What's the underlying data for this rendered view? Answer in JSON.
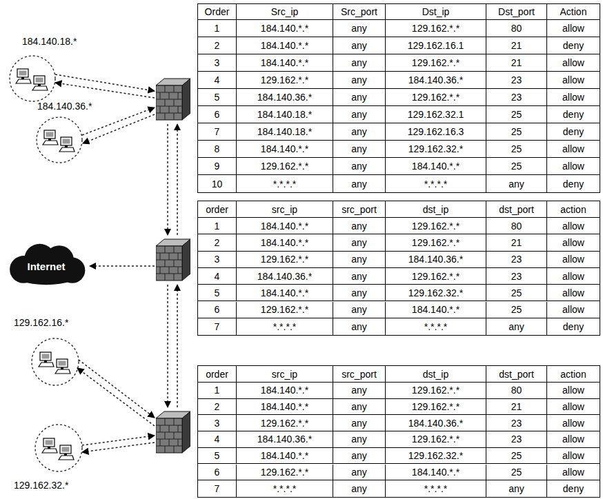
{
  "diagram": {
    "nodes": [
      {
        "text": [
          "184.140.18.*"
        ]
      },
      {
        "text": [
          "184.140.36.*"
        ]
      },
      {
        "text": [
          "Internet"
        ]
      },
      {
        "text": [
          "129.162.16.*"
        ]
      },
      {
        "text": [
          "129.162.32.*"
        ]
      }
    ],
    "labels": [
      "Order",
      "Src_ip",
      "Src_port",
      "Dst_ip",
      "Dst_port",
      "Action",
      "1",
      "184.140.*.*",
      "any",
      "129.162.*.*",
      "80",
      "allow",
      "2",
      "184.140.*.*",
      "any",
      "129.162.16.1",
      "21",
      "deny",
      "3",
      "184.140.*.*",
      "any",
      "129.162.*.*",
      "21",
      "allow",
      "4",
      "129.162.*.*",
      "any",
      "184.140.36.*",
      "23",
      "allow",
      "5",
      "184.140.36.*",
      "any",
      "129.162.*.*",
      "23",
      "allow",
      "6",
      "184.140.18.*",
      "any",
      "129.162.32.1",
      "25",
      "deny",
      "7",
      "184.140.18.*",
      "any",
      "129.162.16.3",
      "25",
      "deny",
      "8",
      "184.140.*.*",
      "any",
      "129.162.32.*",
      "25",
      "allow",
      "9",
      "129.162.*.*",
      "any",
      "184.140.*.*",
      "25",
      "allow",
      "10",
      "*.*.*.*",
      "any",
      "*.*.*.*",
      "any",
      "deny",
      "order",
      "src_ip",
      "src_port",
      "dst_ip",
      "dst_port",
      "action",
      "1",
      "184.140.*.*",
      "any",
      "129.162.*.*",
      "80",
      "allow",
      "2",
      "184.140.*.*",
      "any",
      "129.162.*.*",
      "21",
      "allow",
      "3",
      "129.162.*.*",
      "any",
      "184.140.36.*",
      "23",
      "allow",
      "4",
      "184.140.36.*",
      "any",
      "129.162.*.*",
      "23",
      "allow",
      "5",
      "184.140.*.*",
      "any",
      "129.162.32.*",
      "25",
      "allow",
      "6",
      "129.162.*.*",
      "any",
      "184.140.*.*",
      "25",
      "allow",
      "7",
      "*.*.*.*",
      "any",
      "*.*.*.*",
      "any",
      "deny",
      "order",
      "src_ip",
      "src_port",
      "dst_ip",
      "dst_port",
      "action",
      "1",
      "184.140.*.*",
      "any",
      "129.162.*.*",
      "80",
      "allow",
      "2",
      "184.140.*.*",
      "any",
      "129.162.*.*",
      "21",
      "allow",
      "3",
      "129.162.*.*",
      "any",
      "184.140.36.*",
      "23",
      "allow",
      "4",
      "184.140.36.*",
      "any",
      "129.162.*.*",
      "23",
      "allow",
      "5",
      "184.140.*.*",
      "any",
      "129.162.32.*",
      "25",
      "allow",
      "6",
      "129.162.*.*",
      "any",
      "184.140.*.*",
      "25",
      "allow",
      "7",
      "*.*.*.*",
      "any",
      "*.*.*.*",
      "any",
      "deny"
    ]
  }
}
